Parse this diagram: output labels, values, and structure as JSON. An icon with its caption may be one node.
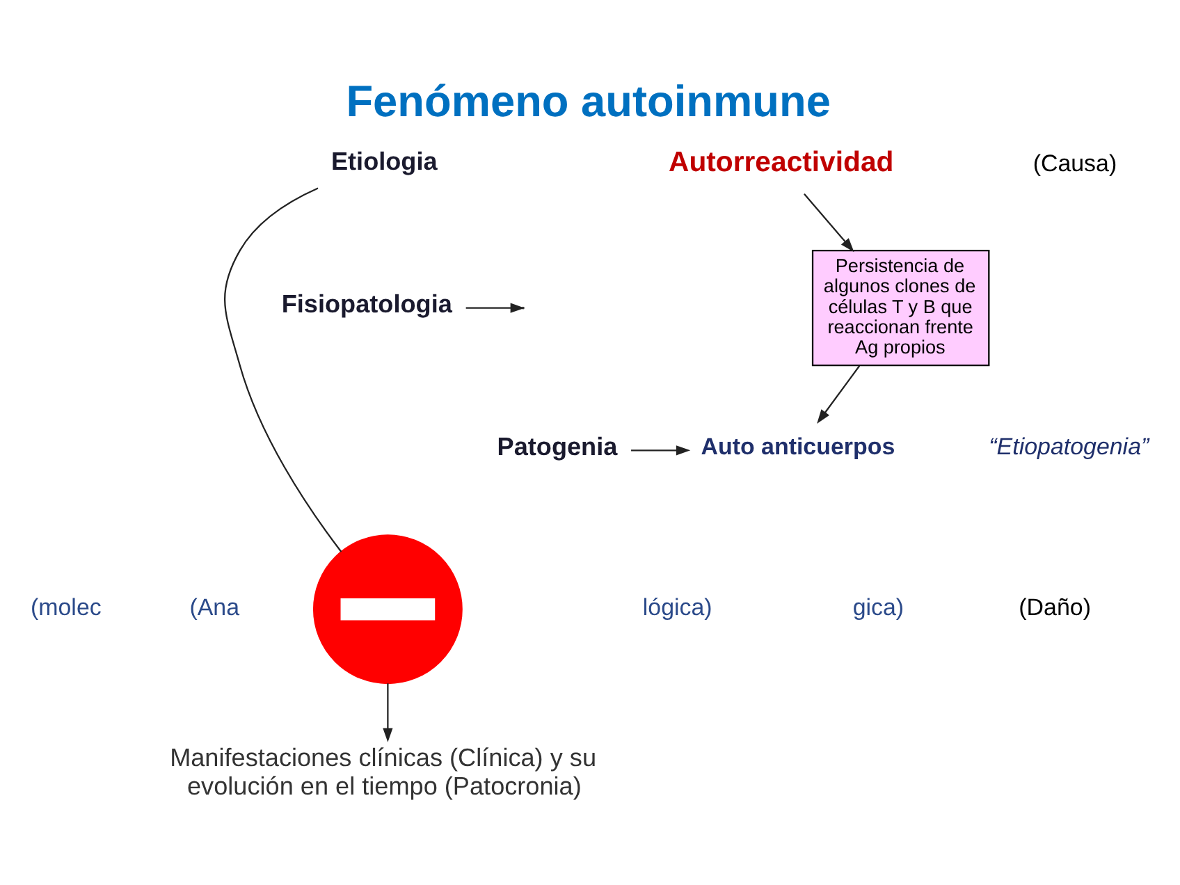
{
  "diagram": {
    "title": "Fenómeno autoinmune",
    "nodes": [
      {
        "text": [
          "Autorreactividad"
        ]
      },
      {
        "text": [
          "Persistencia de algunos clones de células T y B que reaccionan frente Ag propios"
        ]
      },
      {
        "text": [
          "Patogenia"
        ]
      },
      {
        "text": [
          "Etiologia"
        ]
      },
      {
        "text": [
          "Auto anticuerpos"
        ]
      },
      {
        "text": [],
        "shape": "circle"
      },
      {
        "text": [
          "Fisiopatologia"
        ]
      },
      {
        "text": [
          "Manifestaciones clínicas (Clínica) y su evolución en el tiempo (Patocronia)"
        ]
      }
    ],
    "edges": [
      {
        "from": 0,
        "to": 1,
        "arrow": "to"
      },
      {
        "from": 1,
        "to": 4,
        "arrow": "to"
      },
      {
        "from": 2,
        "to": 4,
        "arrow": "to"
      },
      {
        "from": 3,
        "to": 5,
        "arrow": "none"
      },
      {
        "from": 5,
        "to": 7,
        "arrow": "to"
      },
      {
        "from": 6,
        "to": null,
        "arrow": "to"
      }
    ],
    "labels": [
      "(Causa)",
      "“Etiopatogenia”",
      "(Daño)",
      "(molec",
      "lógica)",
      "(Ana",
      "gica)"
    ]
  }
}
